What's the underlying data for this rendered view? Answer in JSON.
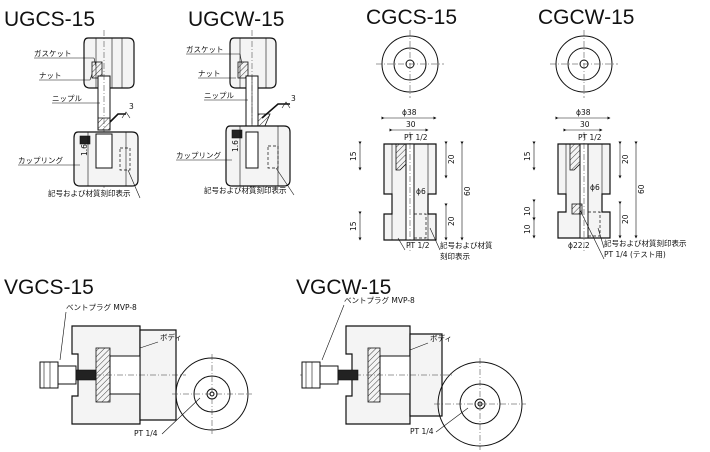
{
  "ugcs": {
    "title": "UGCS-15",
    "gasket": "ガスケット",
    "nut": "ナット",
    "nipple": "ニップル",
    "coupling": "カップリング",
    "marking": "記号および材質刻印表示",
    "dim_16": "1.6",
    "weld_3": "3"
  },
  "ugcw": {
    "title": "UGCW-15",
    "gasket": "ガスケット",
    "nut": "ナット",
    "nipple": "ニップル",
    "coupling": "カップリング",
    "marking": "記号および材質刻印表示",
    "dim_16": "1.6",
    "weld_3": "3"
  },
  "cgcs": {
    "title": "CGCS-15",
    "dia_38": "ϕ38",
    "dim_30": "30",
    "pt_top": "PT 1/2",
    "dim_15a": "15",
    "dim_15b": "15",
    "dim_20a": "20",
    "dim_20b": "20",
    "dim_60": "60",
    "dia_6": "ϕ6",
    "pt_bottom": "PT 1/2",
    "marking_1": "記号および材質",
    "marking_2": "刻印表示"
  },
  "cgcw": {
    "title": "CGCW-15",
    "dia_38": "ϕ38",
    "dim_30": "30",
    "pt_top": "PT 1/2",
    "dim_15": "15",
    "dim_10a": "10",
    "dim_10b": "10",
    "dim_20a": "20",
    "dim_20b": "20",
    "dim_60": "60",
    "dia_6": "ϕ6",
    "dia_222": "ϕ22.2",
    "marking": "記号および材質刻印表示",
    "pt_test": "PT 1/4 (テスト用)"
  },
  "vgcs": {
    "title": "VGCS-15",
    "vent_plug": "ベントプラグ MVP-8",
    "body_label": "ボディ",
    "pt": "PT 1/4"
  },
  "vgcw": {
    "title": "VGCW-15",
    "vent_plug": "ベントプラグ MVP-8",
    "body_label": "ボディ",
    "pt": "PT 1/4"
  }
}
